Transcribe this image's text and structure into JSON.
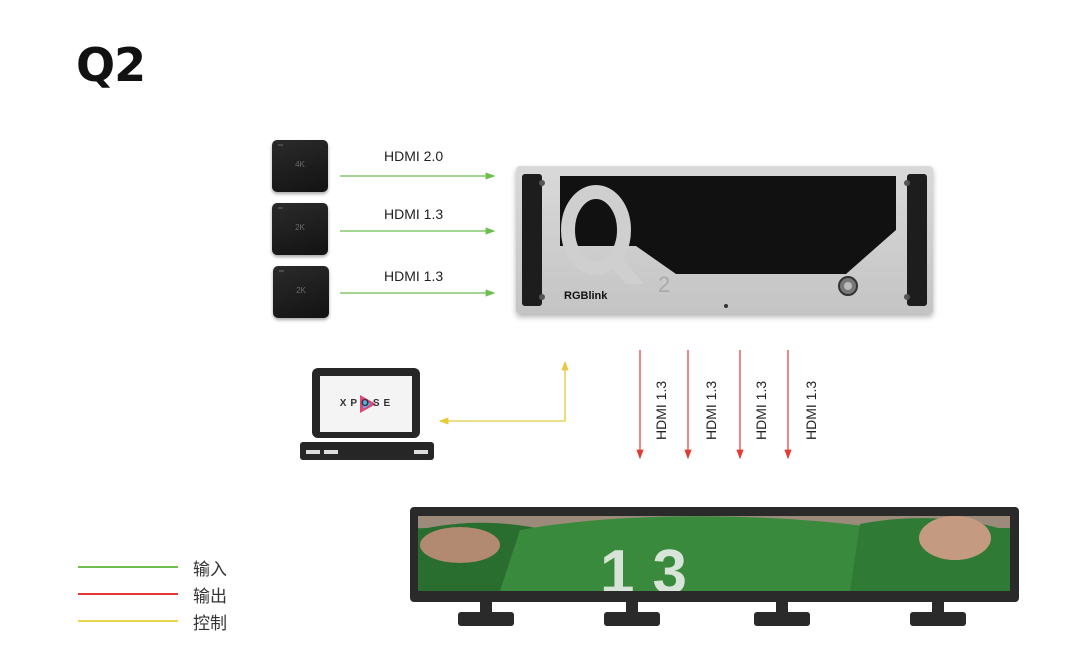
{
  "title": "Q2",
  "sources": [
    {
      "res": "4K",
      "label": "HDMI 2.0"
    },
    {
      "res": "2K",
      "label": "HDMI 1.3"
    },
    {
      "res": "2K",
      "label": "HDMI 1.3"
    }
  ],
  "outputs": [
    "HDMI 1.3",
    "HDMI 1.3",
    "HDMI 1.3",
    "HDMI 1.3"
  ],
  "device": {
    "brand": "RGBlink",
    "model_mark": "Q",
    "model_sub": "2"
  },
  "laptop": {
    "software": "XPOSE"
  },
  "display": {
    "jersey_number": "13"
  },
  "legend": [
    {
      "label": "输入",
      "color": "#6cbf4f"
    },
    {
      "label": "输出",
      "color": "#e53935"
    },
    {
      "label": "控制",
      "color": "#e8d44d"
    }
  ],
  "colors": {
    "input": "#6cbf4f",
    "output": "#e53935",
    "control": "#e8d44d"
  }
}
